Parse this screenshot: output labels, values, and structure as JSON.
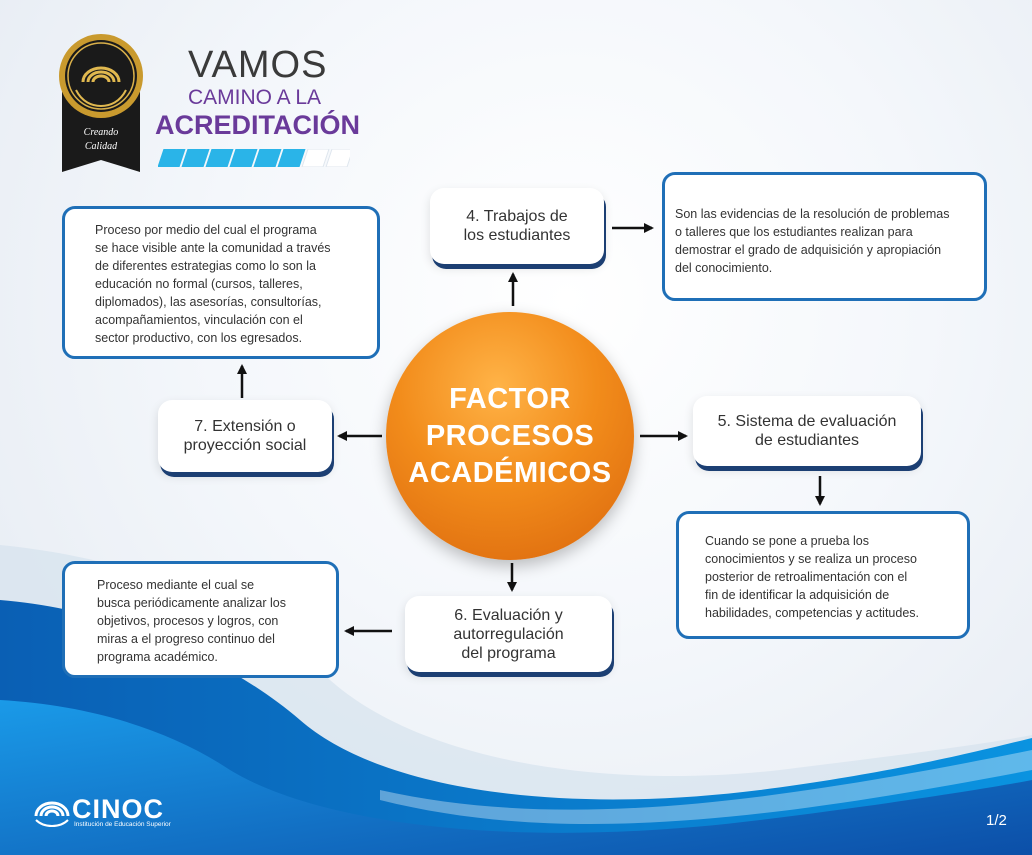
{
  "header": {
    "seal_text": [
      "Creando",
      "Calidad"
    ],
    "title_line1": "VAMOS",
    "title_line2": "CAMINO A LA",
    "title_line3": "ACREDITACIÓN"
  },
  "center": {
    "lines": [
      "FACTOR",
      "PROCESOS",
      "ACADÉMICOS"
    ]
  },
  "nodes": {
    "n4": {
      "lines": [
        "4. Trabajos de",
        "los estudiantes"
      ]
    },
    "n5": {
      "lines": [
        "5. Sistema de evaluación",
        "de estudiantes"
      ]
    },
    "n6": {
      "lines": [
        "6. Evaluación y",
        "autorregulación",
        "del programa"
      ]
    },
    "n7": {
      "lines": [
        "7. Extensión o",
        "proyección social"
      ]
    }
  },
  "descriptions": {
    "d4": [
      "Son las evidencias de la resolución de problemas",
      "o talleres que los estudiantes realizan para",
      "demostrar el grado de adquisición y apropiación",
      "del conocimiento."
    ],
    "d5": [
      "Cuando se pone a prueba los",
      "conocimientos y se realiza un proceso",
      "posterior de retroalimentación con el",
      "fin de identificar la adquisición de",
      "habilidades, competencias y actitudes."
    ],
    "d6": [
      "Proceso mediante el cual se",
      "busca periódicamente analizar los",
      "objetivos, procesos y logros, con",
      "miras a el progreso continuo del",
      "programa académico."
    ],
    "d7": [
      "Proceso por medio del cual el programa",
      "se hace visible ante la comunidad a través",
      "de diferentes estrategias como lo son la",
      "educación no formal (cursos, talleres,",
      "diplomados), las asesorías, consultorías,",
      "acompañamientos, vinculación con el",
      "sector productivo, con los egresados."
    ]
  },
  "footer": {
    "logo_name": "CINOC",
    "logo_subtitle": "Institución de Educación Superior",
    "page": "1/2"
  },
  "colors": {
    "accent_purple": "#6a3a9a",
    "box_border_blue": "#1f6fb7",
    "center_orange": "#f28c1b",
    "wave_blue": "#0a7fd6",
    "progress_cyan": "#2ab4e8"
  },
  "progress": {
    "filled_segments": 6,
    "total_segments": 8
  }
}
